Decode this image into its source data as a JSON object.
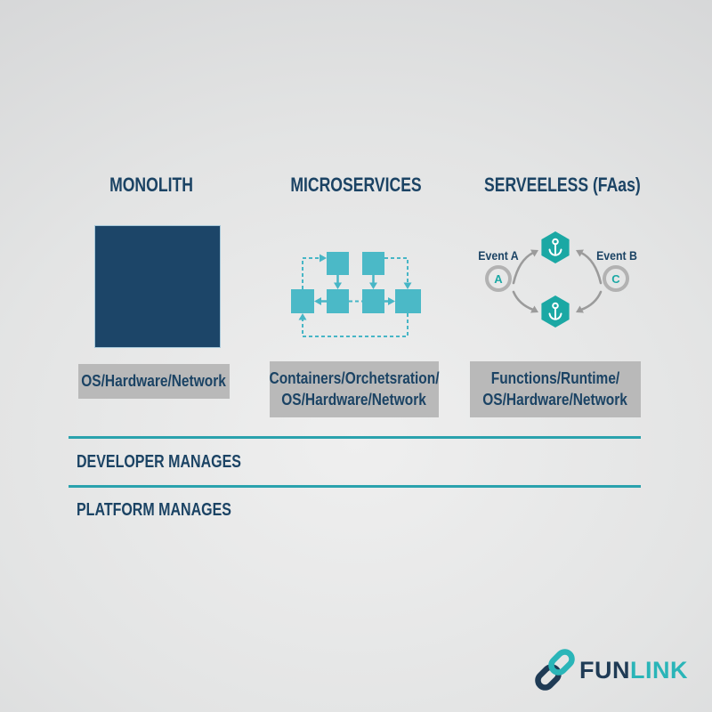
{
  "palette": {
    "navy": "#1b4364",
    "monolith_fill": "#1c4568",
    "teal_square": "#4bb9c7",
    "teal_line": "#2aa2ad",
    "teal_hex": "#1ba8a4",
    "gray_bar": "#b9b9b9",
    "gray_arrow": "#9b9b9b",
    "logo_navy": "#1f3b55",
    "logo_teal": "#2ab5b8"
  },
  "columns": [
    {
      "title": "MONOLITH",
      "label": "OS/Hardware/Network"
    },
    {
      "title": "MICROSERVICES",
      "label_line1": "Containers/Orchetsration/",
      "label_line2": "OS/Hardware/Network"
    },
    {
      "title": "SERVEELESS (FAas)",
      "label_line1": "Functions/Runtime/",
      "label_line2": "OS/Hardware/Network"
    }
  ],
  "serverless": {
    "event_a_label": "Event A",
    "event_a_letter": "A",
    "event_b_label": "Event B",
    "event_b_letter": "C"
  },
  "sections": [
    {
      "label": "DEVELOPER MANAGES"
    },
    {
      "label": "PLATFORM MANAGES"
    }
  ],
  "logo": {
    "text_primary": "FUN",
    "text_secondary": "LINK"
  },
  "icons": {
    "function_icon": "anchor-in-hexagon",
    "logo_icon": "chain-link"
  }
}
